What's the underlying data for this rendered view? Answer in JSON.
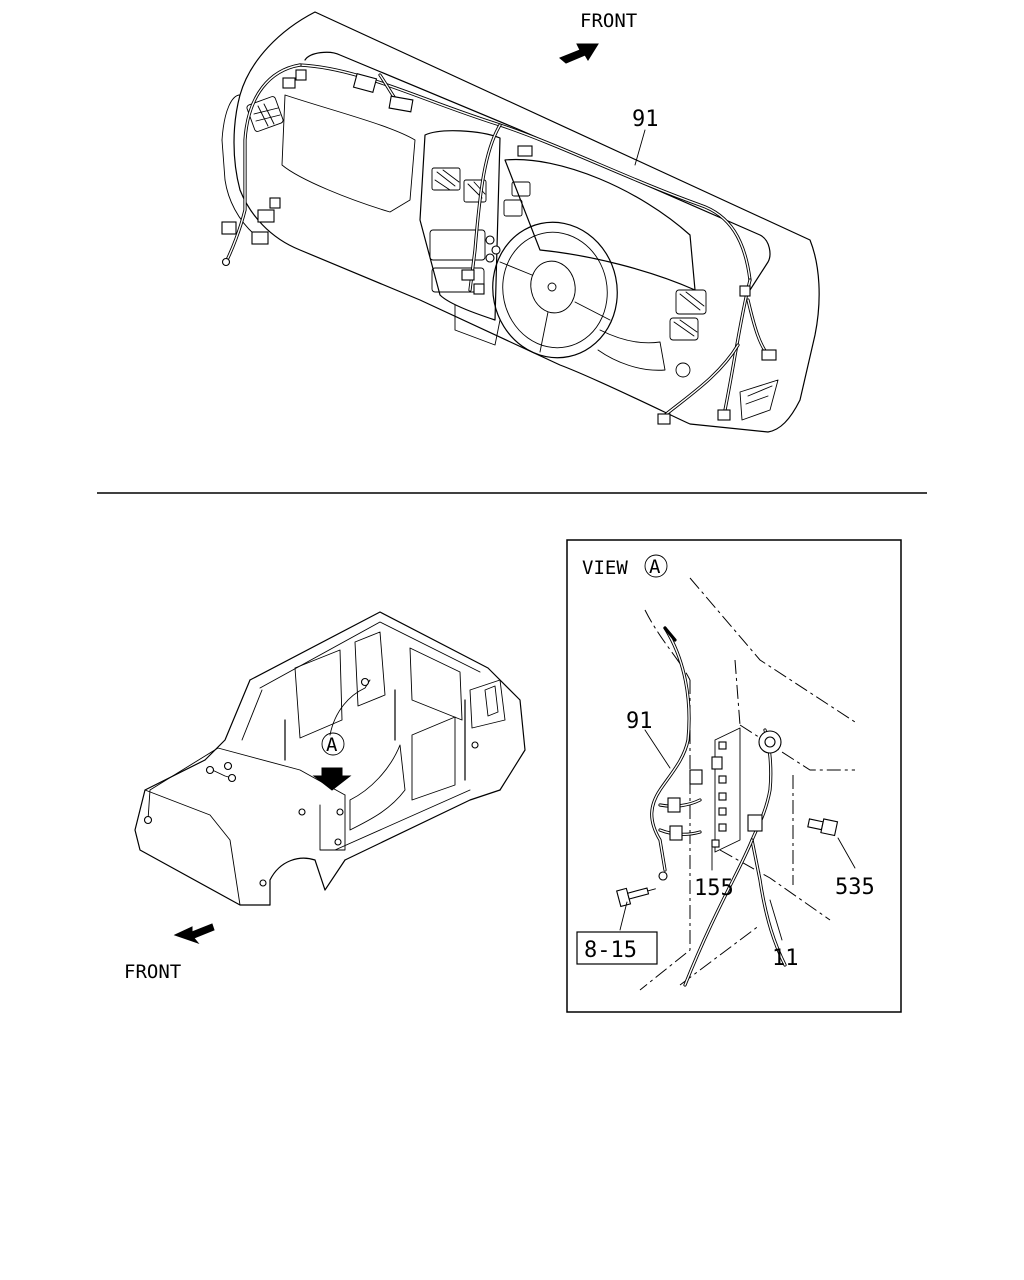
{
  "top_view": {
    "front_label": "FRONT",
    "callouts": [
      {
        "id": "top-91",
        "text": "91"
      }
    ]
  },
  "bottom_left_view": {
    "front_label": "FRONT",
    "view_marker": "A"
  },
  "detail_view": {
    "title": "VIEW",
    "marker": "A",
    "callouts": [
      {
        "id": "detail-91",
        "text": "91"
      },
      {
        "id": "detail-155",
        "text": "155"
      },
      {
        "id": "detail-535",
        "text": "535"
      },
      {
        "id": "detail-11",
        "text": "11"
      },
      {
        "id": "detail-8-15",
        "text": "8-15"
      }
    ]
  }
}
